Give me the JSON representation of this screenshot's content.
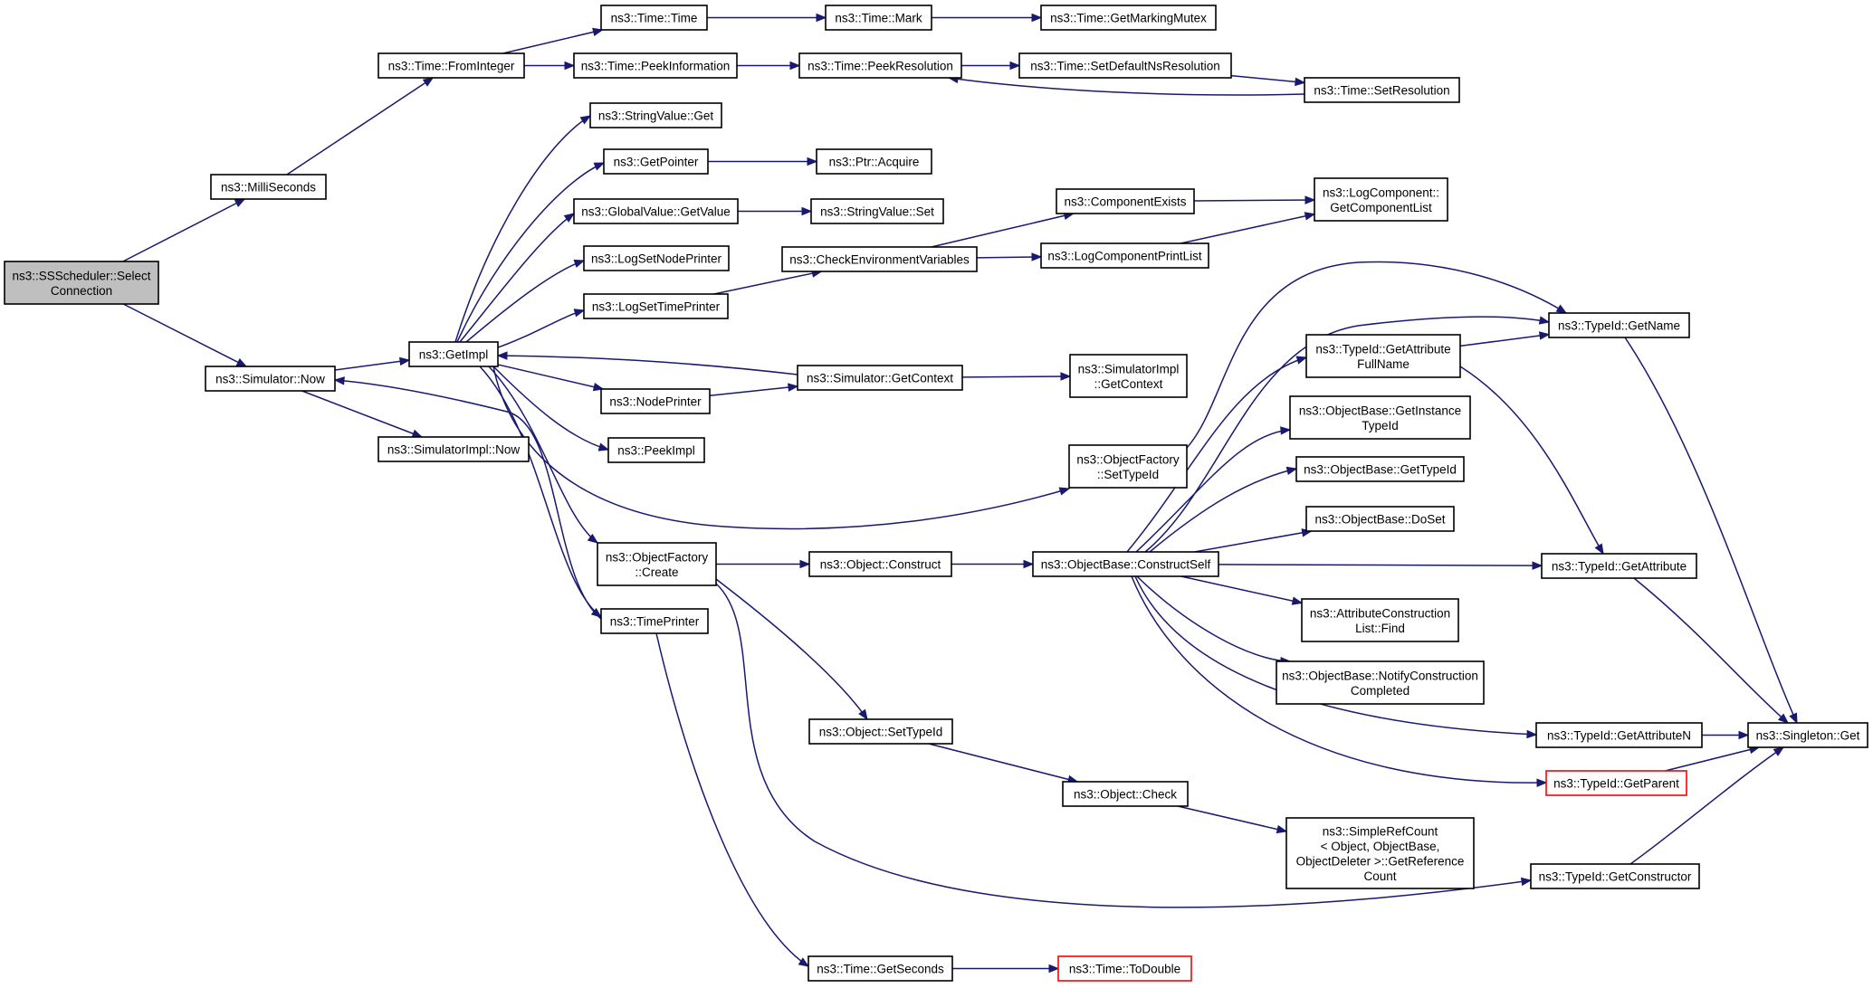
{
  "colors": {
    "edge": "#191970",
    "node_border": "#000000",
    "root_fill": "#bfbfbf",
    "red_border": "#ff0000",
    "background": "#ffffff"
  },
  "nodes": {
    "select_connection": [
      "ns3::SSScheduler::Select",
      "Connection"
    ],
    "milliseconds": [
      "ns3::MilliSeconds"
    ],
    "simulator_now": [
      "ns3::Simulator::Now"
    ],
    "time_frominteger": [
      "ns3::Time::FromInteger"
    ],
    "simulatorimpl_now": [
      "ns3::SimulatorImpl::Now"
    ],
    "getimpl": [
      "ns3::GetImpl"
    ],
    "time_time": [
      "ns3::Time::Time"
    ],
    "time_peekinformation": [
      "ns3::Time::PeekInformation"
    ],
    "time_mark": [
      "ns3::Time::Mark"
    ],
    "time_getmarkingmutex": [
      "ns3::Time::GetMarkingMutex"
    ],
    "time_peekresolution": [
      "ns3::Time::PeekResolution"
    ],
    "time_setdefaultnsresolution": [
      "ns3::Time::SetDefaultNsResolution"
    ],
    "time_setresolution": [
      "ns3::Time::SetResolution"
    ],
    "stringvalue_get": [
      "ns3::StringValue::Get"
    ],
    "getpointer": [
      "ns3::GetPointer"
    ],
    "ptr_acquire": [
      "ns3::Ptr::Acquire"
    ],
    "globalvalue_getvalue": [
      "ns3::GlobalValue::GetValue"
    ],
    "stringvalue_set": [
      "ns3::StringValue::Set"
    ],
    "logsetnodeprinter": [
      "ns3::LogSetNodePrinter"
    ],
    "logsettimeprinter": [
      "ns3::LogSetTimePrinter"
    ],
    "checkenvironmentvariables": [
      "ns3::CheckEnvironmentVariables"
    ],
    "componentexists": [
      "ns3::ComponentExists"
    ],
    "logcomponentprintlist": [
      "ns3::LogComponentPrintList"
    ],
    "logcomponent_getcomponentlist": [
      "ns3::LogComponent::",
      "GetComponentList"
    ],
    "nodeprinter": [
      "ns3::NodePrinter"
    ],
    "simulator_getcontext": [
      "ns3::Simulator::GetContext"
    ],
    "simulatorimpl_getcontext": [
      "ns3::SimulatorImpl",
      "::GetContext"
    ],
    "peekimpl": [
      "ns3::PeekImpl"
    ],
    "objectfactory_settypeid": [
      "ns3::ObjectFactory",
      "::SetTypeId"
    ],
    "typeid_getattributefullname": [
      "ns3::TypeId::GetAttribute",
      "FullName"
    ],
    "typeid_getname": [
      "ns3::TypeId::GetName"
    ],
    "objectbase_getinstancetypeid": [
      "ns3::ObjectBase::GetInstance",
      "TypeId"
    ],
    "objectbase_gettypeid": [
      "ns3::ObjectBase::GetTypeId"
    ],
    "objectbase_doset": [
      "ns3::ObjectBase::DoSet"
    ],
    "objectfactory_create": [
      "ns3::ObjectFactory",
      "::Create"
    ],
    "object_construct": [
      "ns3::Object::Construct"
    ],
    "objectbase_constructself": [
      "ns3::ObjectBase::ConstructSelf"
    ],
    "typeid_getattribute": [
      "ns3::TypeId::GetAttribute"
    ],
    "timeprinter": [
      "ns3::TimePrinter"
    ],
    "attributeconstructionlist_find": [
      "ns3::AttributeConstruction",
      "List::Find"
    ],
    "objectbase_notifyconstructioncompleted": [
      "ns3::ObjectBase::NotifyConstruction",
      "Completed"
    ],
    "object_settypeid": [
      "ns3::Object::SetTypeId"
    ],
    "typeid_getattributen": [
      "ns3::TypeId::GetAttributeN"
    ],
    "singleton_get": [
      "ns3::Singleton::Get"
    ],
    "typeid_getparent": [
      "ns3::TypeId::GetParent"
    ],
    "object_check": [
      "ns3::Object::Check"
    ],
    "simplerefcount_getreferencecount": [
      "ns3::SimpleRefCount",
      "< Object, ObjectBase,",
      "ObjectDeleter >::GetReference",
      "Count"
    ],
    "typeid_getconstructor": [
      "ns3::TypeId::GetConstructor"
    ],
    "time_getseconds": [
      "ns3::Time::GetSeconds"
    ],
    "time_todouble": [
      "ns3::Time::ToDouble"
    ]
  }
}
